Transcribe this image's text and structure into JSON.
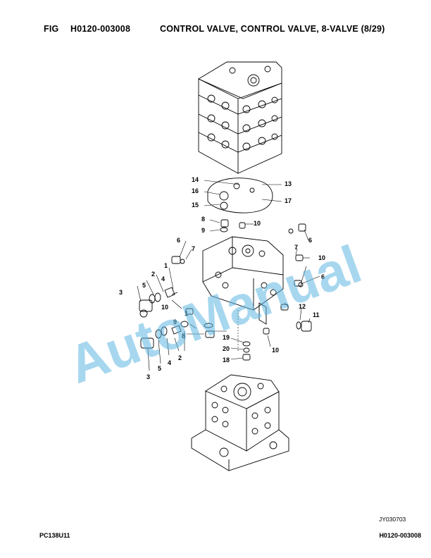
{
  "header": {
    "fig_label": "FIG",
    "fig_number": "H0120-003008",
    "title": "CONTROL VALVE, CONTROL VALVE, 8-VALVE (8/29)"
  },
  "callouts": [
    "14",
    "13",
    "16",
    "17",
    "15",
    "8",
    "10",
    "9",
    "7",
    "6",
    "6",
    "1",
    "7",
    "10",
    "5",
    "2",
    "4",
    "6",
    "3",
    "10",
    "12",
    "9",
    "11",
    "8",
    "19",
    "1",
    "20",
    "10",
    "2",
    "4",
    "18",
    "5",
    "3"
  ],
  "watermark": "AutoManual",
  "drawing_id": "JY030703",
  "footer": {
    "model": "PC138U11",
    "code": "H0120-003008"
  }
}
